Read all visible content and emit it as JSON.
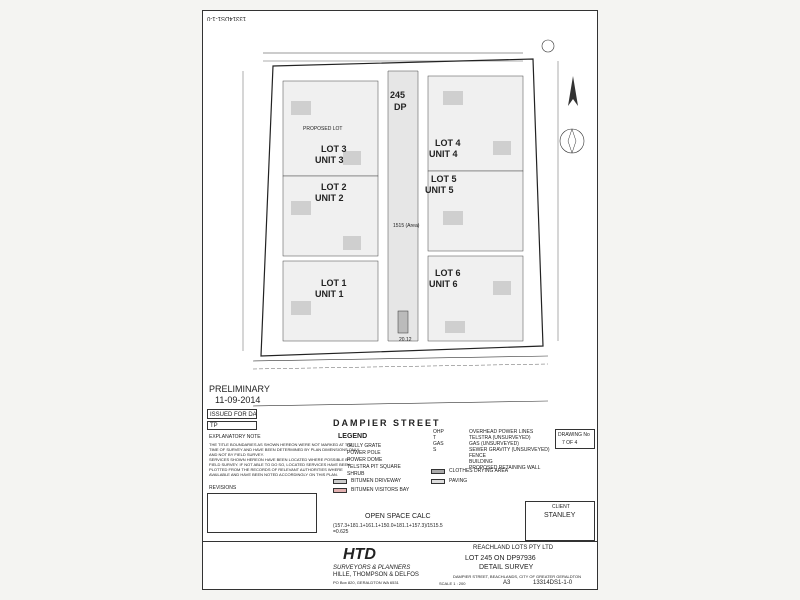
{
  "sheet": {
    "drawing_ref_top": "13314DS1-1-0",
    "lot_name": "245",
    "lot_plan": "DP",
    "lots": [
      {
        "lot": "LOT 1",
        "unit": "UNIT 1"
      },
      {
        "lot": "LOT 2",
        "unit": "UNIT 2"
      },
      {
        "lot": "LOT 3",
        "unit": "UNIT 3"
      },
      {
        "lot": "LOT 4",
        "unit": "UNIT 4"
      },
      {
        "lot": "LOT 5",
        "unit": "UNIT 5"
      },
      {
        "lot": "LOT 6",
        "unit": "UNIT 6"
      }
    ],
    "proposed_lot": "PROPOSED LOT",
    "street": "DAMPIER STREET",
    "status": "PRELIMINARY",
    "date": "11-09-2014",
    "issued_for": "ISSUED FOR DA",
    "tp": "TP",
    "explanatory_heading": "EXPLANATORY NOTE",
    "explanatory_lines": [
      "THE TITLE BOUNDARIES AS SHOWN HEREON WERE NOT MARKED AT THE",
      "TIME OF SURVEY AND HAVE BEEN DETERMINED BY PLAN DIMENSIONS ONLY",
      "AND NOT BY FIELD SURVEY.",
      "SERVICES SHOWN HEREON HAVE BEEN LOCATED WHERE POSSIBLE BY",
      "FIELD SURVEY. IF NOT ABLE TO DO SO, LOCATED SERVICES HAVE BEEN",
      "PLOTTED FROM THE RECORDS OF RELEVANT AUTHORITIES WHERE",
      "AVAILABLE AND HAVE BEEN NOTED ACCORDINGLY ON THIS PLAN."
    ],
    "legend_heading": "LEGEND",
    "legend_items": [
      "GULLY GRATE",
      "POWER POLE",
      "POWER DOME",
      "TELSTRA PIT SQUARE",
      "SHRUB"
    ],
    "line_legend": [
      {
        "code": "OHP",
        "label": "OVERHEAD POWER LINES"
      },
      {
        "code": "T",
        "label": "TELSTRA (UNSURVEYED)"
      },
      {
        "code": "GAS",
        "label": "GAS (UNSURVEYED)"
      },
      {
        "code": "S",
        "label": "SEWER GRAVITY (UNSURVEYED)"
      },
      {
        "code": "",
        "label": "FENCE"
      },
      {
        "code": "",
        "label": "BUILDING"
      },
      {
        "code": "",
        "label": "PROPOSED RETAINING WALL"
      }
    ],
    "paving_labels": [
      "BITUMEN DRIVEWAY",
      "BITUMEN VISITORS BAY",
      "CLOTHES DRYING AREA",
      "PAVING"
    ],
    "open_space_heading": "OPEN SPACE CALC",
    "open_space_calc": "(157.3+181.1+161.1+150.0+181.1+157.3)/1515.5",
    "open_space_result": "=0.625",
    "client_heading": "CLIENT",
    "client": "STANLEY",
    "drawing_no_label": "DRAWING No",
    "sheet_of": "7 OF 4",
    "company_abbr": "HTD",
    "company_line1": "SURVEYORS & PLANNERS",
    "company_line2": "HILLE, THOMPSON & DELFOS",
    "company_address": "PO Box 820, GERALDTON WA 6531",
    "developer": "REACHLAND LOTS PTY LTD",
    "title_lot": "LOT 245 ON DP97936",
    "title_survey": "DETAIL SURVEY",
    "title_address": "DAMPIER STREET, BEACHLANDS, CITY OF GREATER GERALDTON",
    "scale_label": "SCALE 1 : 200",
    "sheet_size": "A3",
    "drawing_ref_bottom": "13314DS1-1-0",
    "area": "1515 (Area)",
    "dim_bottom": "20.12",
    "revisions_label": "REVISIONS"
  }
}
